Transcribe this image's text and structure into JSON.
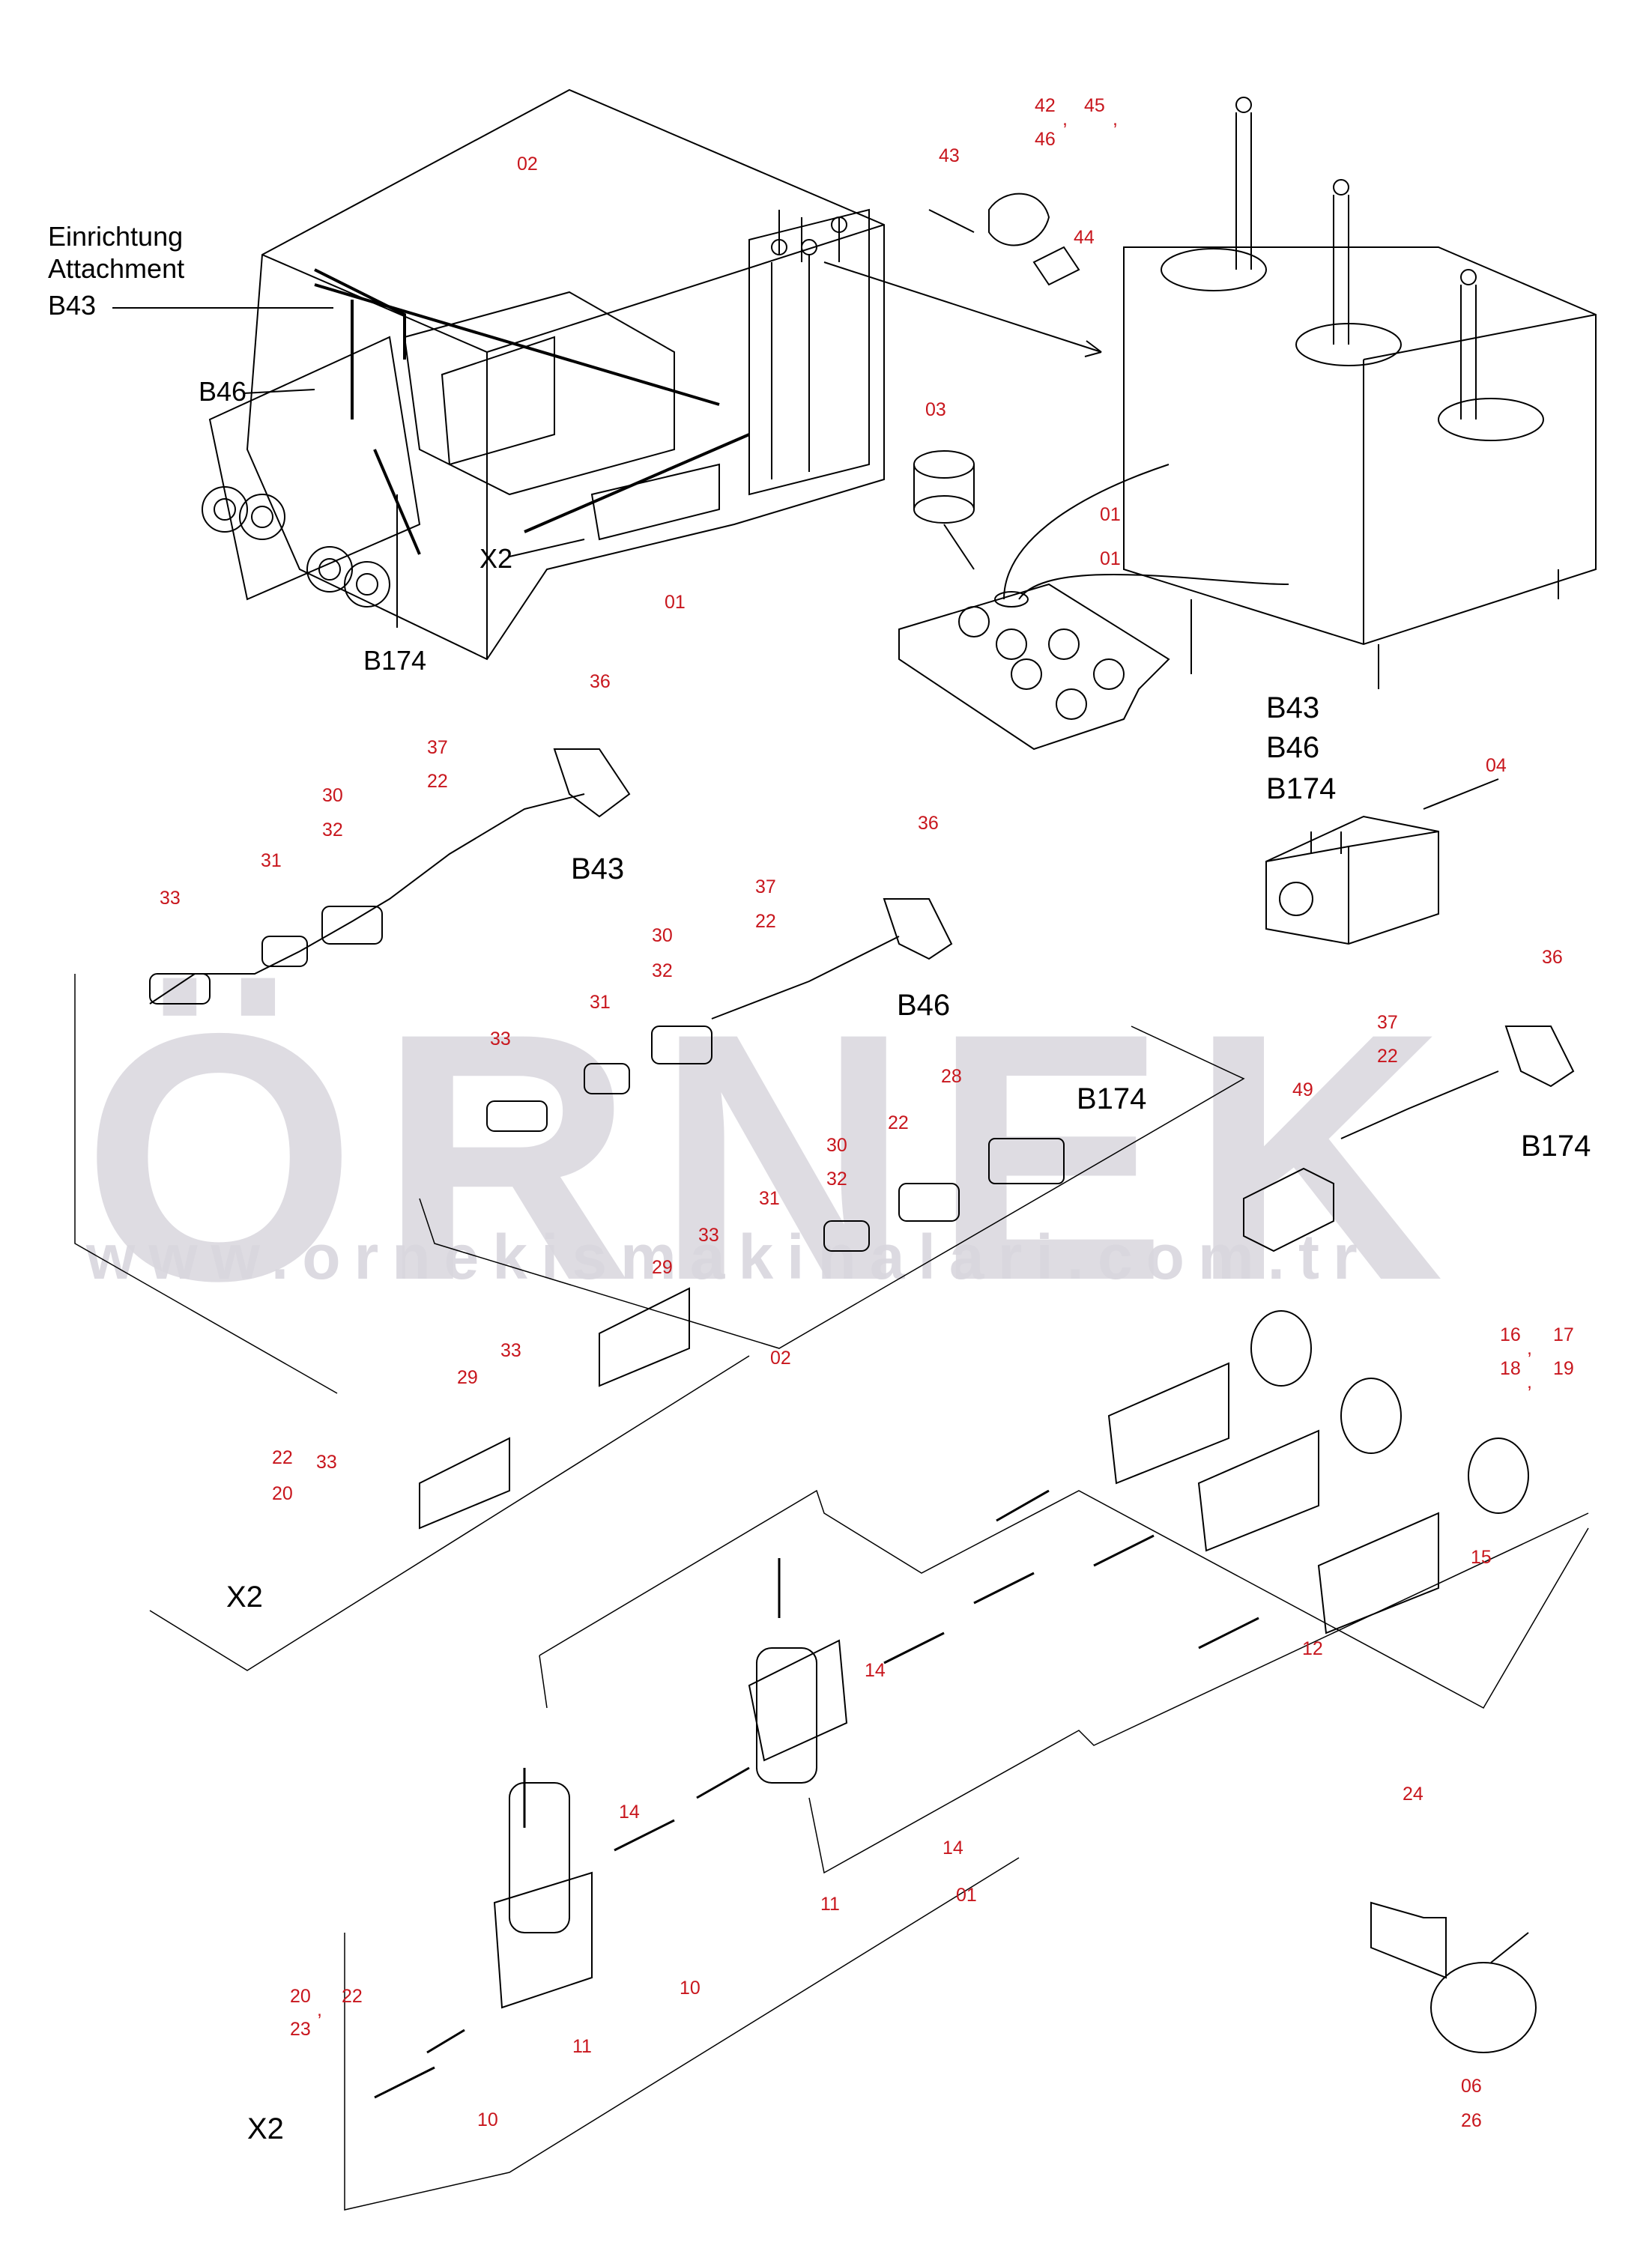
{
  "watermark": {
    "brand": "ÖRNEK",
    "url": "www.ornekismakinalari.com.tr"
  },
  "callouts": {
    "einrichtung": "Einrichtung",
    "attachment": "Attachment",
    "b43": "B43",
    "b46": "B46",
    "b174": "B174",
    "x2": "X2"
  },
  "parts": {
    "p01": "01",
    "p02": "02",
    "p03": "03",
    "p04": "04",
    "p06": "06",
    "p10": "10",
    "p11": "11",
    "p12": "12",
    "p14": "14",
    "p15": "15",
    "p16": "16",
    "p17": "17",
    "p18": "18",
    "p19": "19",
    "p20": "20",
    "p22": "22",
    "p23": "23",
    "p24": "24",
    "p26": "26",
    "p28": "28",
    "p29": "29",
    "p30": "30",
    "p31": "31",
    "p32": "32",
    "p33": "33",
    "p36": "36",
    "p37": "37",
    "p42": "42",
    "p43": "43",
    "p44": "44",
    "p45": "45",
    "p46": "46",
    "p49": "49"
  },
  "separators": {
    "comma": ","
  },
  "colors": {
    "label_red": "#c8161d",
    "line": "#000000",
    "watermark": "#d9d7de"
  }
}
